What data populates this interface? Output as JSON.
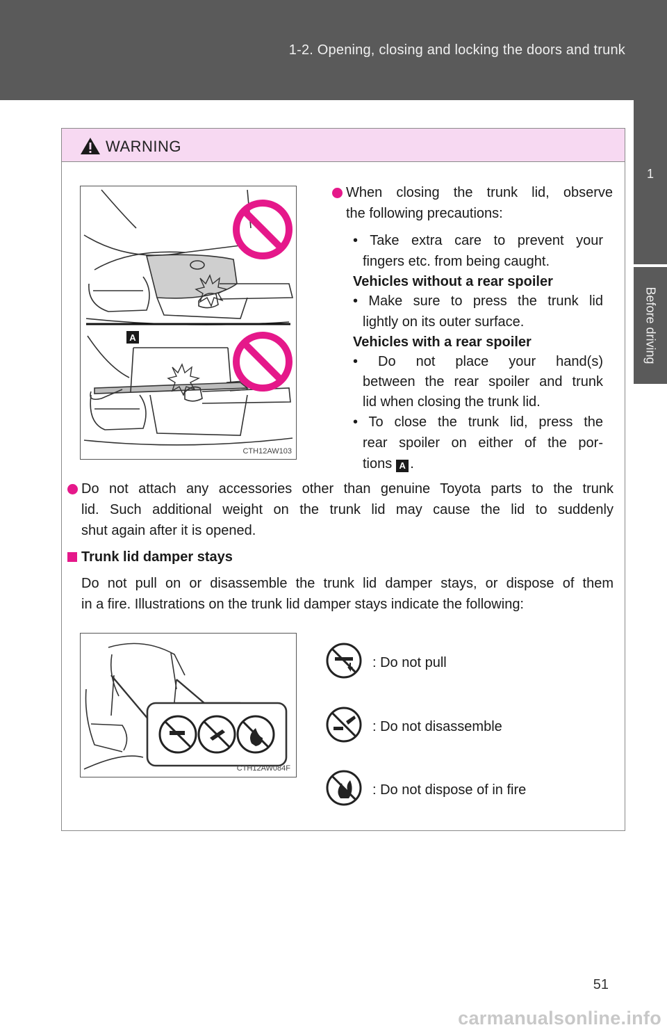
{
  "header": {
    "title": "1-2. Opening, closing and locking the doors and trunk"
  },
  "side_tab": {
    "chapter_number": "1",
    "chapter_label": "Before driving"
  },
  "page_number": "51",
  "warning": {
    "title": "WARNING",
    "figure1_code": "CTH12AW103",
    "figure1_label": "A",
    "closing": {
      "intro_line1": "When closing the trunk lid, observe",
      "intro_line2": "the following precautions:",
      "item1_line1": "• Take extra care to prevent your",
      "item1_line2": "fingers etc. from being caught.",
      "no_spoiler_heading": "Vehicles without a rear spoiler",
      "item2_line1": "• Make sure to press the trunk lid",
      "item2_line2": "lightly on its outer surface.",
      "spoiler_heading": "Vehicles with a rear spoiler",
      "item3_line1": "• Do not place your hand(s)",
      "item3_line2": "between the rear spoiler and trunk",
      "item3_line3": "lid when closing the trunk lid.",
      "item4_line1": "• To close the trunk lid, press the",
      "item4_line2": "rear spoiler on either of the por-",
      "item4_line3": "tions",
      "item4_badge": "A",
      "item4_end": "."
    },
    "accessories": {
      "line1": "Do not attach any accessories other than genuine Toyota parts to the trunk",
      "line2": "lid. Such additional weight on the trunk lid may cause the lid to suddenly",
      "line3": "shut again after it is opened."
    },
    "damper": {
      "heading": "Trunk lid damper stays",
      "line1": "Do not pull on or disassemble the trunk lid damper stays, or dispose of them",
      "line2": "in a fire. Illustrations on the trunk lid damper stays indicate the following:"
    },
    "figure2_code": "CTH12AW084F",
    "symbols": [
      {
        "icon": "no-pull-icon",
        "label": ": Do not pull"
      },
      {
        "icon": "no-disassemble-icon",
        "label": ": Do not disassemble"
      },
      {
        "icon": "no-fire-icon",
        "label": ": Do not dispose of in fire"
      }
    ]
  },
  "footer_mark": "carmanualsonline.info",
  "colors": {
    "header": "#5a5a5a",
    "warning_band": "#f7d9f2",
    "accent": "#e5188a"
  }
}
